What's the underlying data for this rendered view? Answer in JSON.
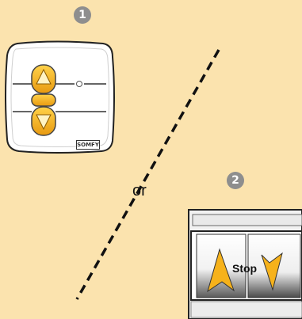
{
  "badges": {
    "one": "1",
    "two": "2"
  },
  "separator": {
    "or_label": "or"
  },
  "switch_panel": {
    "stop_label": "Stop"
  },
  "remote": {
    "brand_logo_text": "SOMFY"
  },
  "colors": {
    "background": "#fbe3ae",
    "button_yellow": "#f6b21b",
    "badge_gray": "#8e8e8e",
    "dash_line": "#111111"
  }
}
